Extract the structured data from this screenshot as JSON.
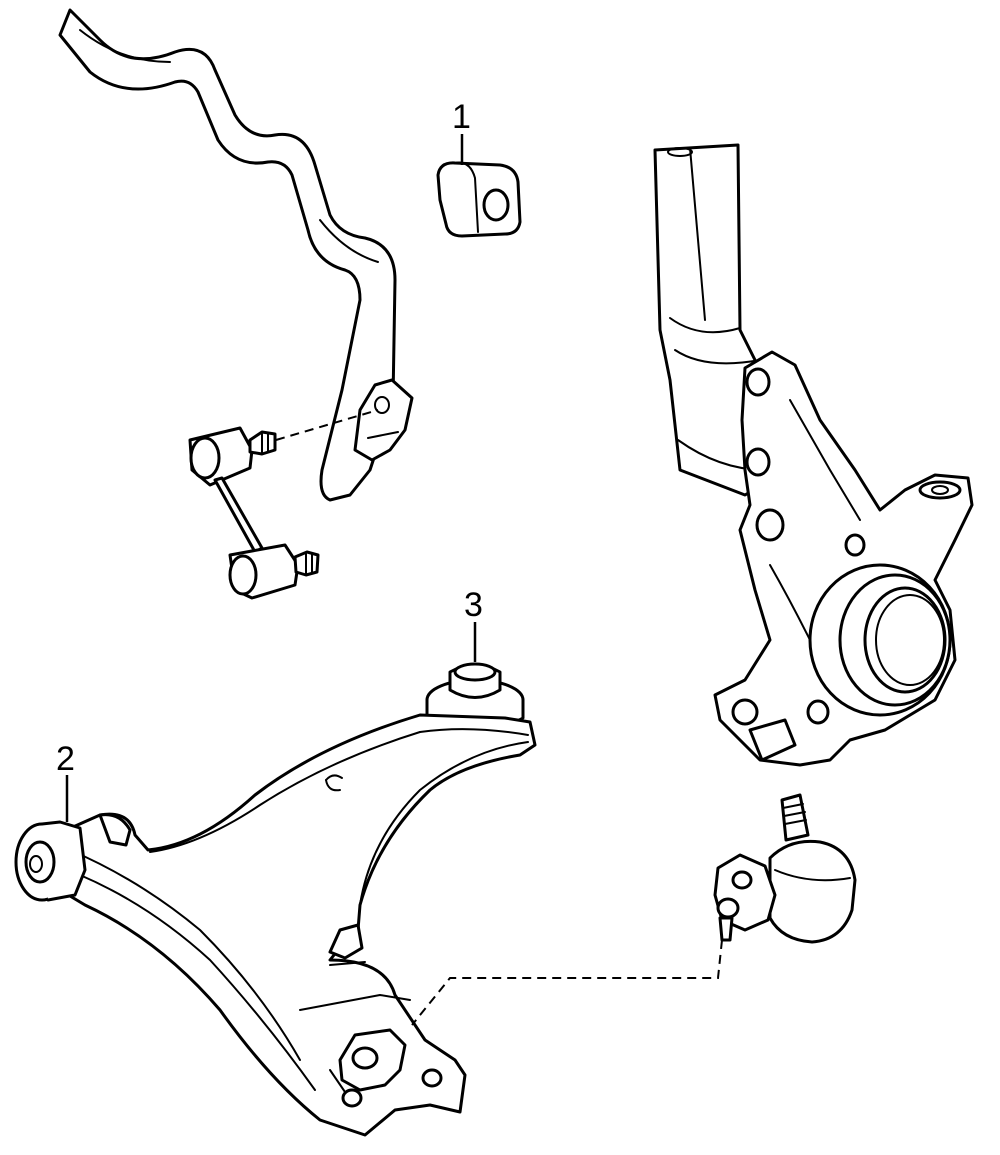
{
  "diagram": {
    "callouts": [
      {
        "number": "1",
        "part": "stabilizer-bushing"
      },
      {
        "number": "2",
        "part": "lower-control-arm-rear-bushing"
      },
      {
        "number": "3",
        "part": "lower-control-arm-front-bushing"
      }
    ]
  },
  "colors": {
    "line": "#000000",
    "background": "#ffffff"
  }
}
